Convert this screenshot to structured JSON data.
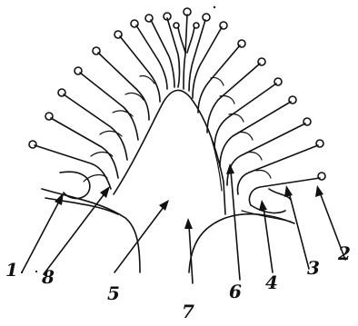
{
  "figure": {
    "labels": [
      "1",
      "2",
      "3",
      "4",
      "5",
      "6",
      "7",
      "8"
    ]
  },
  "colors": {
    "ink": "#111111",
    "background": "#ffffff"
  }
}
